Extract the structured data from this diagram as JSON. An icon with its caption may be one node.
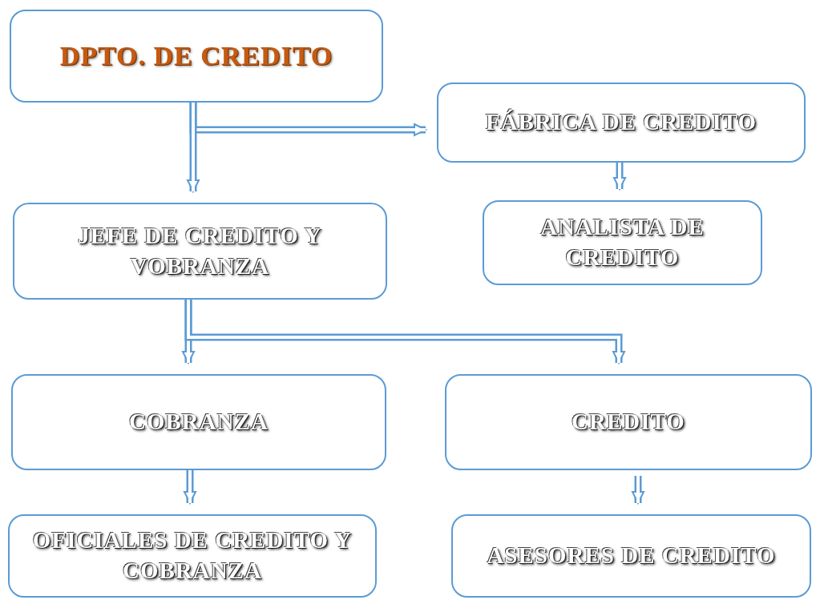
{
  "diagram": {
    "nodes": [
      {
        "text": [
          "DPTO. DE CREDITO"
        ]
      },
      {
        "text": [
          "FÁBRICA DE CREDITO"
        ]
      },
      {
        "text": [
          "JEFE DE CREDITO Y VOBRANZA"
        ]
      },
      {
        "text": [
          "ANALISTA DE CREDITO"
        ]
      },
      {
        "text": [
          "COBRANZA"
        ]
      },
      {
        "text": [
          "CREDITO"
        ]
      },
      {
        "text": [
          "OFICIALES DE CREDITO Y COBRANZA"
        ]
      },
      {
        "text": [
          "ASESORES DE CREDITO"
        ]
      }
    ],
    "edges": [
      {
        "from": 0,
        "to": 1,
        "arrow": "to"
      },
      {
        "from": 0,
        "to": 2,
        "arrow": "to"
      },
      {
        "from": 1,
        "to": 3,
        "arrow": "to"
      },
      {
        "from": 2,
        "to": 4,
        "arrow": "to"
      },
      {
        "from": 2,
        "to": 5,
        "arrow": "to"
      },
      {
        "from": 4,
        "to": 6,
        "arrow": "to"
      },
      {
        "from": 5,
        "to": 7,
        "arrow": "to"
      }
    ]
  }
}
